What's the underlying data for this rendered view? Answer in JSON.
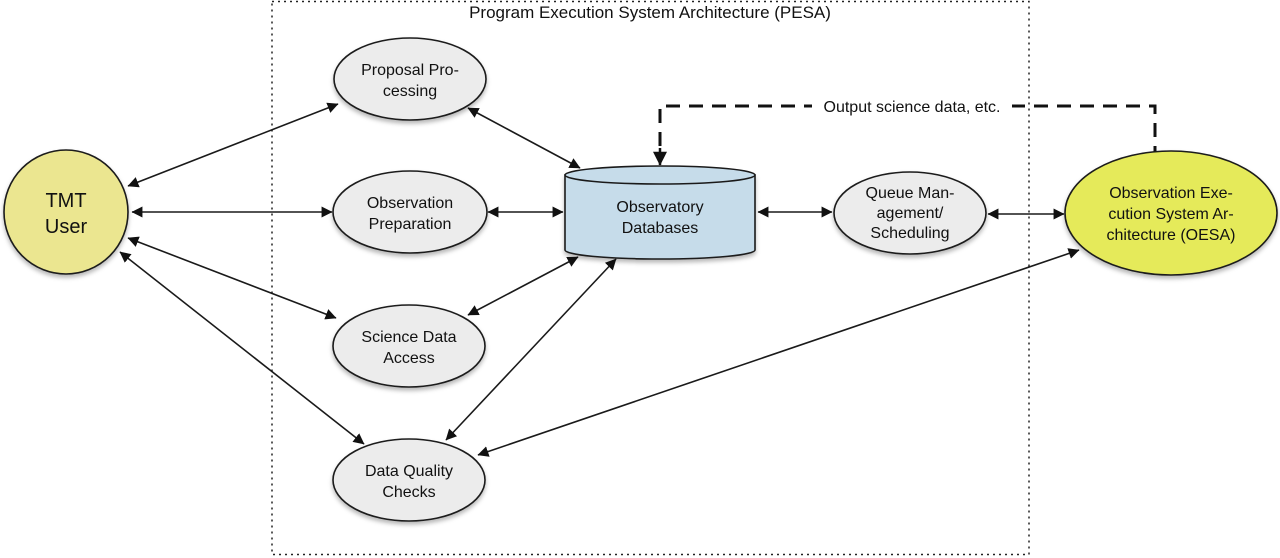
{
  "boundary": {
    "title": "Program Execution System Architecture (PESA)"
  },
  "colors": {
    "actor_fill": "#ebe690",
    "oesa_fill": "#e5ea5a",
    "process_fill": "#ececec",
    "database_fill": "#c6dcea",
    "stroke": "#1a1a1a"
  },
  "nodes": {
    "tmt_user": {
      "lines": [
        "TMT",
        "User"
      ]
    },
    "proposal": {
      "lines": [
        "Proposal Pro-",
        "cessing"
      ]
    },
    "obs_prep": {
      "lines": [
        "Observation",
        "Preparation"
      ]
    },
    "science_access": {
      "lines": [
        "Science Data",
        "Access"
      ]
    },
    "data_quality": {
      "lines": [
        "Data Quality",
        "Checks"
      ]
    },
    "databases": {
      "lines": [
        "Observatory",
        "Databases"
      ]
    },
    "queue": {
      "lines": [
        "Queue Man-",
        "agement/",
        "Scheduling"
      ]
    },
    "oesa": {
      "lines": [
        "Observation Exe-",
        "cution System Ar-",
        "chitecture (OESA)"
      ]
    }
  },
  "edges": [
    {
      "from": "tmt_user",
      "to": "proposal",
      "style": "bidirectional"
    },
    {
      "from": "tmt_user",
      "to": "obs_prep",
      "style": "bidirectional"
    },
    {
      "from": "tmt_user",
      "to": "science_access",
      "style": "bidirectional"
    },
    {
      "from": "tmt_user",
      "to": "data_quality",
      "style": "bidirectional"
    },
    {
      "from": "proposal",
      "to": "databases",
      "style": "bidirectional"
    },
    {
      "from": "obs_prep",
      "to": "databases",
      "style": "bidirectional"
    },
    {
      "from": "science_access",
      "to": "databases",
      "style": "bidirectional"
    },
    {
      "from": "data_quality",
      "to": "databases",
      "style": "bidirectional"
    },
    {
      "from": "databases",
      "to": "queue",
      "style": "bidirectional"
    },
    {
      "from": "queue",
      "to": "oesa",
      "style": "bidirectional"
    },
    {
      "from": "data_quality",
      "to": "oesa",
      "style": "bidirectional"
    },
    {
      "from": "oesa",
      "to": "databases",
      "style": "dashed"
    }
  ],
  "dashed_label": "Output science data, etc."
}
